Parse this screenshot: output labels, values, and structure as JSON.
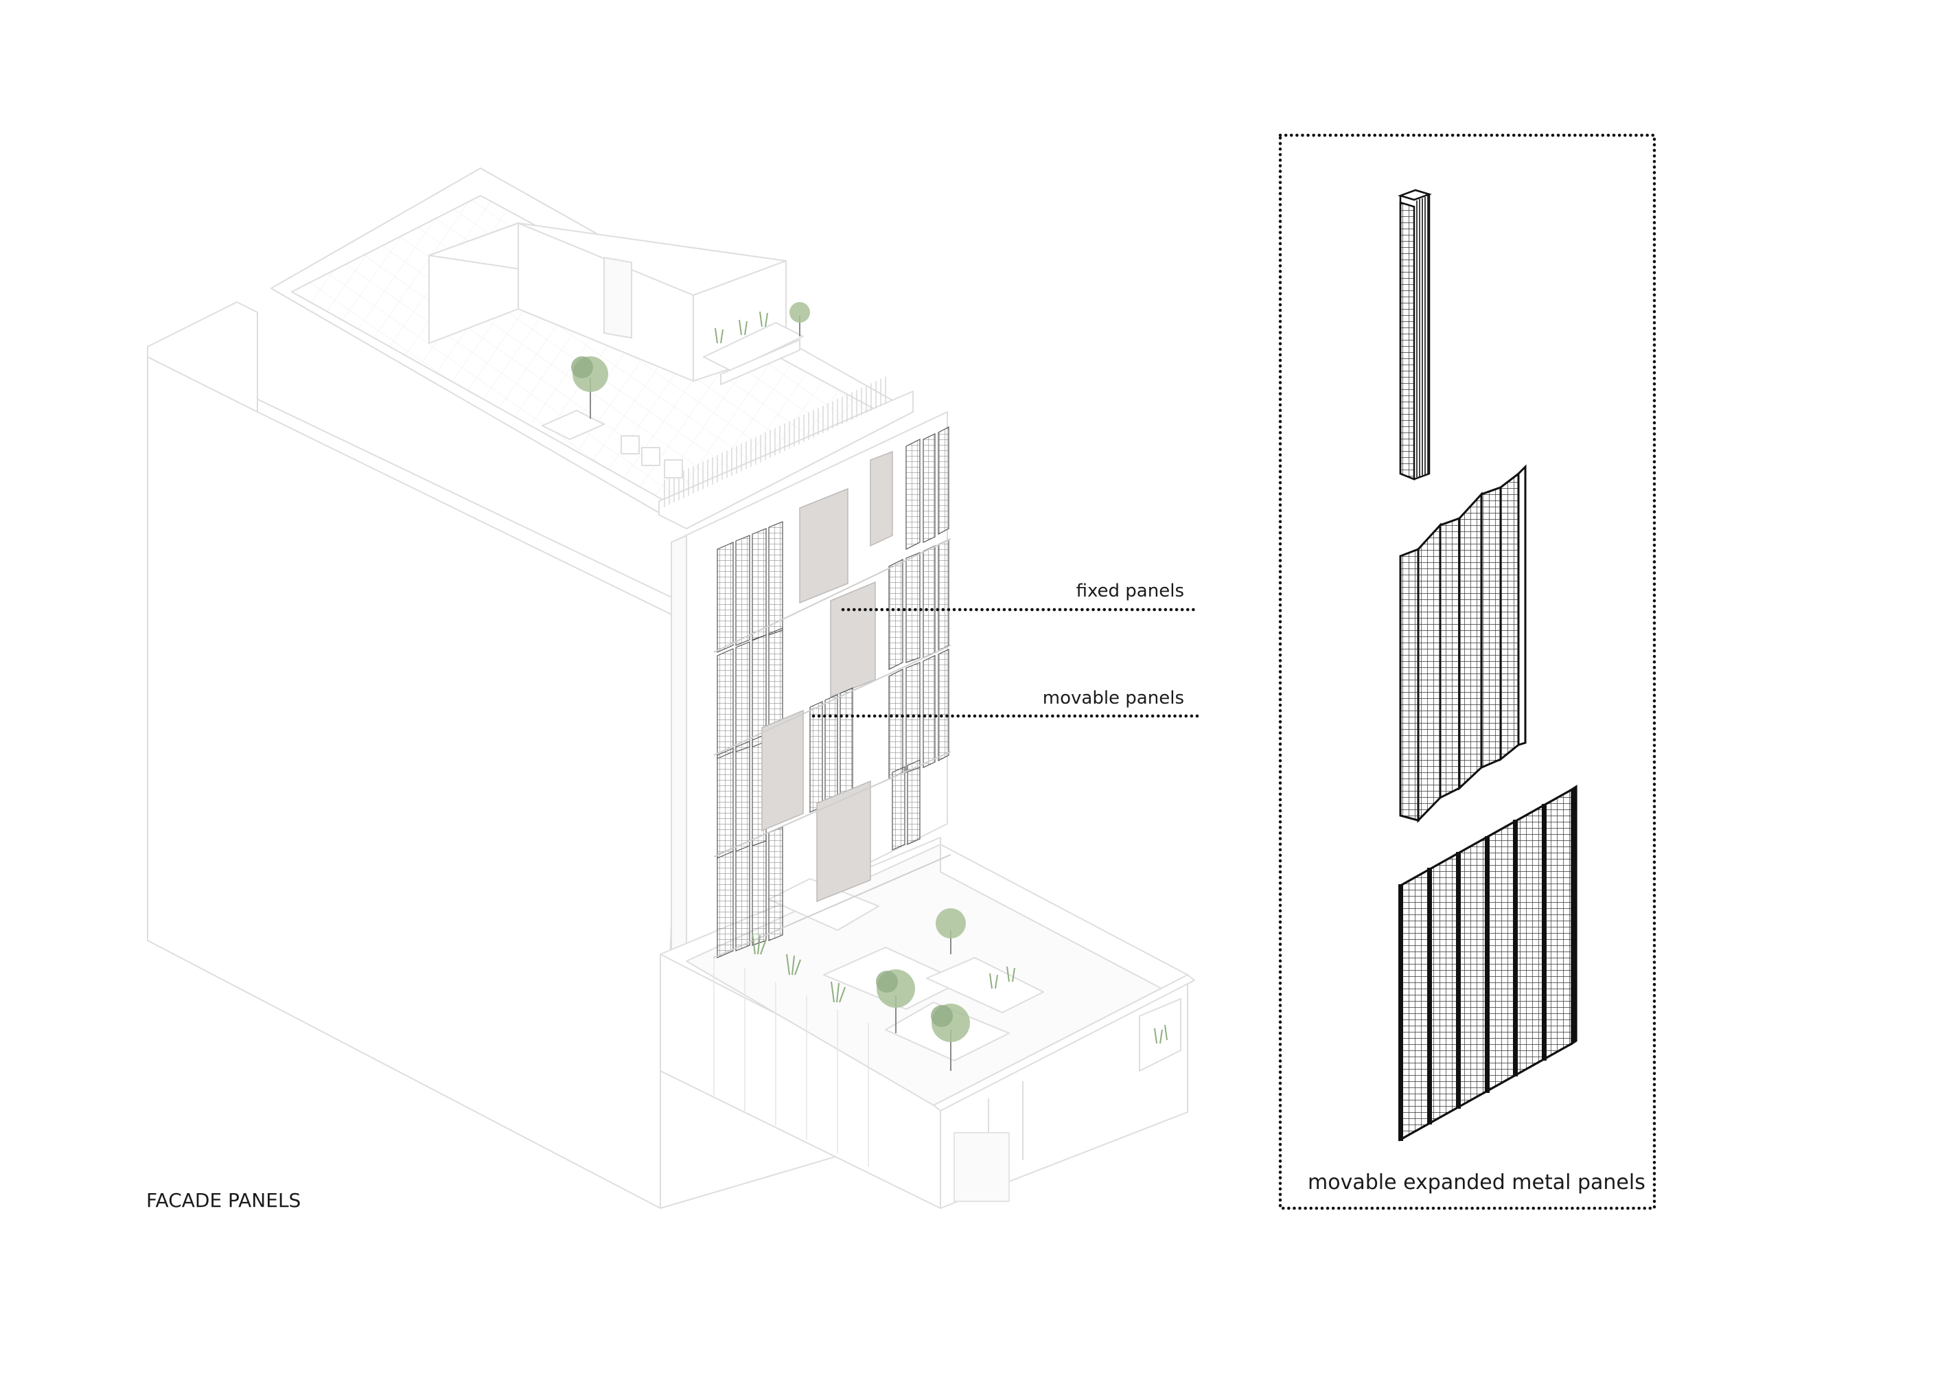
{
  "title": "FACADE PANELS",
  "callouts": {
    "fixed": "fixed panels",
    "movable": "movable panels"
  },
  "legend": {
    "caption": "movable expanded metal panels",
    "items": [
      "panel-folded-closed",
      "panel-partially-open",
      "panel-fully-expanded"
    ]
  },
  "colors": {
    "building_line": "#dedede",
    "solid_panel_fill": "#dcd9d7",
    "mesh_line": "#222222",
    "tree_green": "#9fb98f",
    "leader_dots": "#111111"
  }
}
